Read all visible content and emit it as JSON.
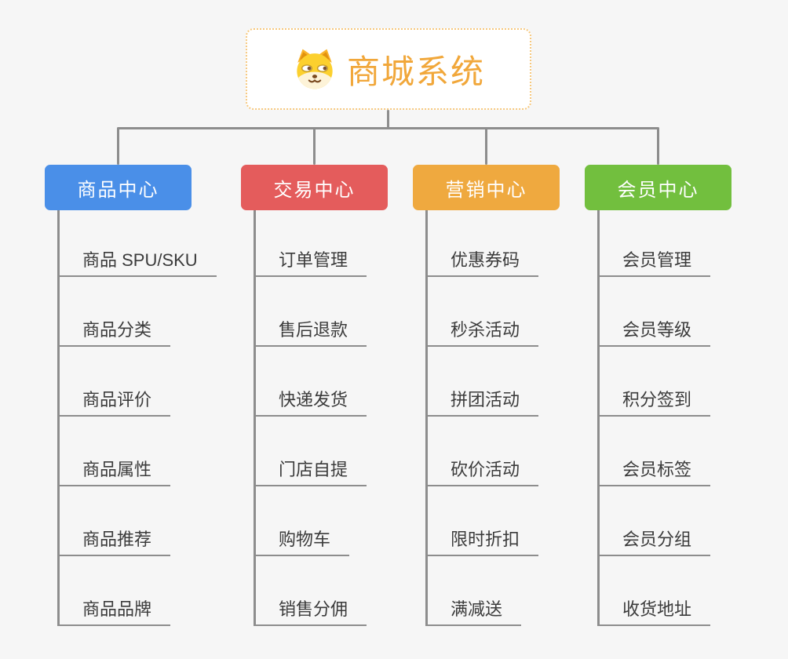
{
  "canvas": {
    "background_color": "#f6f6f6",
    "connector_color": "#8d8d8d"
  },
  "root": {
    "title": "商城系统",
    "icon": "doge-face-icon",
    "text_color": "#f1a73a",
    "border_color": "#f6c87e",
    "background_color": "#ffffff"
  },
  "branches": [
    {
      "label": "商品中心",
      "color": "#4a8fe8",
      "children": [
        "商品 SPU/SKU",
        "商品分类",
        "商品评价",
        "商品属性",
        "商品推荐",
        "商品品牌"
      ]
    },
    {
      "label": "交易中心",
      "color": "#e45c5c",
      "children": [
        "订单管理",
        "售后退款",
        "快递发货",
        "门店自提",
        "购物车",
        "销售分佣"
      ]
    },
    {
      "label": "营销中心",
      "color": "#efa93f",
      "children": [
        "优惠券码",
        "秒杀活动",
        "拼团活动",
        "砍价活动",
        "限时折扣",
        "满减送"
      ]
    },
    {
      "label": "会员中心",
      "color": "#72bf3e",
      "children": [
        "会员管理",
        "会员等级",
        "积分签到",
        "会员标签",
        "会员分组",
        "收货地址"
      ]
    }
  ]
}
